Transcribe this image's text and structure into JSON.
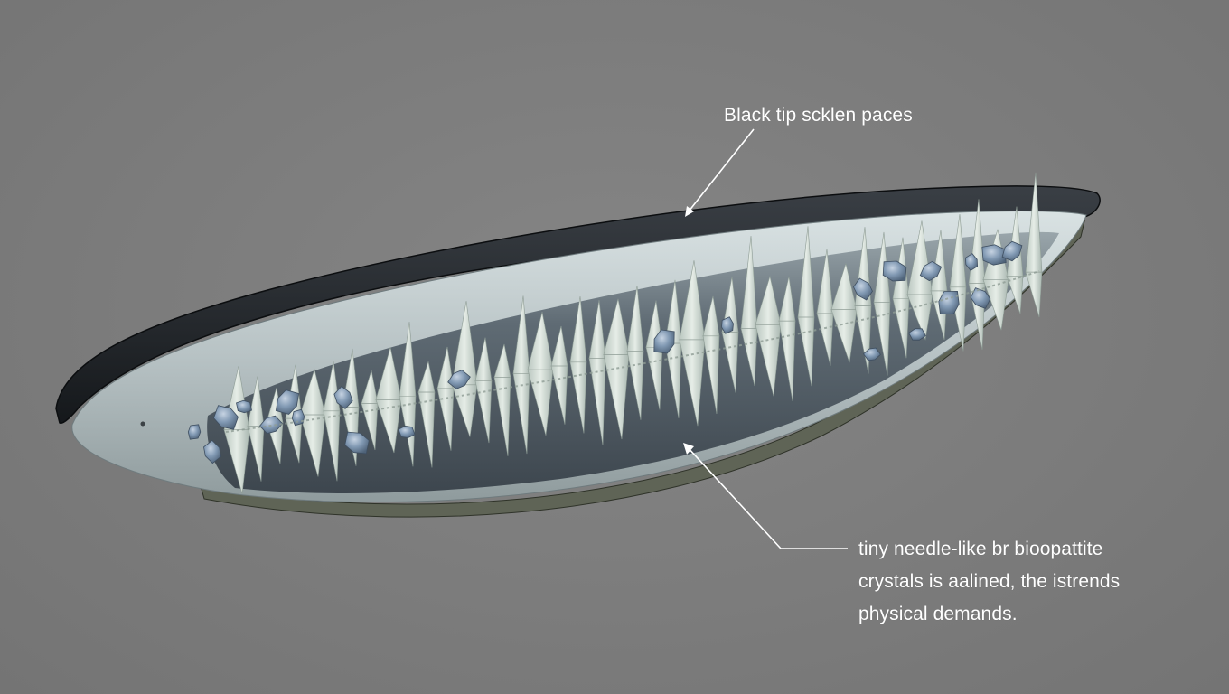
{
  "annotations": {
    "top": {
      "text": "Black tip scklen paces"
    },
    "bottom": {
      "lines": [
        "tiny needle-like br bioopattite",
        "crystals is aalined, the istrends",
        "physical demands."
      ]
    }
  },
  "colors": {
    "background": "#7d7d7d",
    "outer_sheath": "#1f2226",
    "inner_shell": "#b9c4c6",
    "cavity": "#55606a",
    "spines": "#d2dcd6",
    "crystals": "#7f95ae",
    "leader_lines": "#ffffff",
    "label_text": "#ffffff"
  },
  "icons": {
    "pointer_top": "arrowhead-icon",
    "pointer_bottom": "arrowhead-icon"
  }
}
